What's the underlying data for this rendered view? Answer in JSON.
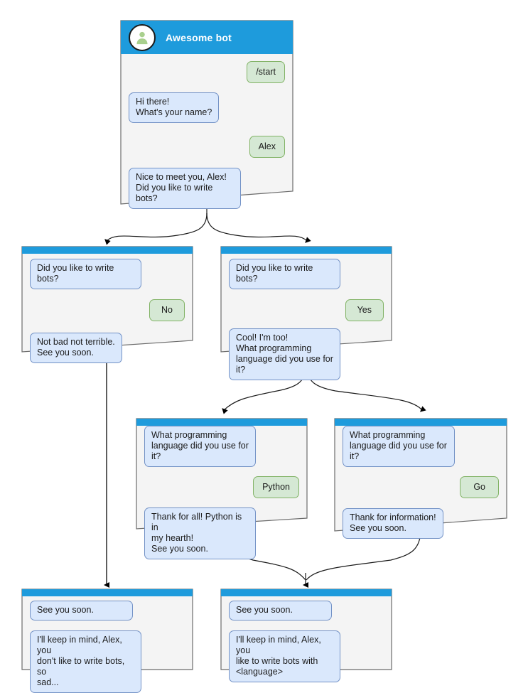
{
  "diagram": {
    "title": "Awesome bot conversation flow",
    "colors": {
      "header_blue": "#1e9bdc",
      "node_fill": "#f4f4f4",
      "node_border": "#666666",
      "bot_bubble_fill": "#dae8fc",
      "bot_bubble_border": "#7392c6",
      "user_bubble_fill": "#d5e8d4",
      "user_bubble_border": "#82b366",
      "edge_color": "#000000",
      "avatar_fill": "#a9d08e"
    }
  },
  "nodes": {
    "root": {
      "id": "root",
      "kind": "phone-window",
      "title": "Awesome bot",
      "avatar_icon": "person-avatar-icon",
      "messages": [
        {
          "from": "user",
          "text": "/start"
        },
        {
          "from": "bot",
          "text": "Hi there!\nWhat's your name?"
        },
        {
          "from": "user",
          "text": "Alex"
        },
        {
          "from": "bot",
          "text": "Nice to meet you, Alex!\nDid you like to write bots?"
        }
      ]
    },
    "no_branch": {
      "id": "no_branch",
      "kind": "step",
      "messages": [
        {
          "from": "bot",
          "text": "Did you like to write bots?"
        },
        {
          "from": "user",
          "text": "No"
        },
        {
          "from": "bot",
          "text": "Not bad not terrible.\nSee you soon."
        }
      ]
    },
    "yes_branch": {
      "id": "yes_branch",
      "kind": "step",
      "messages": [
        {
          "from": "bot",
          "text": "Did you like to write bots?"
        },
        {
          "from": "user",
          "text": "Yes"
        },
        {
          "from": "bot",
          "text": "Cool! I'm too!\nWhat programming\nlanguage did you use for it?"
        }
      ]
    },
    "python_branch": {
      "id": "python_branch",
      "kind": "step",
      "messages": [
        {
          "from": "bot",
          "text": "What programming\nlanguage did you use for it?"
        },
        {
          "from": "user",
          "text": "Python"
        },
        {
          "from": "bot",
          "text": "Thank for all! Python is in\nmy hearth!\nSee you soon."
        }
      ]
    },
    "go_branch": {
      "id": "go_branch",
      "kind": "step",
      "messages": [
        {
          "from": "bot",
          "text": "What programming\nlanguage did you use for it?"
        },
        {
          "from": "user",
          "text": "Go"
        },
        {
          "from": "bot",
          "text": "Thank for information!\nSee you soon."
        }
      ]
    },
    "end_sad": {
      "id": "end_sad",
      "kind": "step",
      "messages": [
        {
          "from": "bot",
          "text": "See you soon."
        },
        {
          "from": "bot",
          "text": "I'll keep in mind, Alex, you\ndon't like to write bots, so\nsad..."
        }
      ]
    },
    "end_happy": {
      "id": "end_happy",
      "kind": "step",
      "messages": [
        {
          "from": "bot",
          "text": "See you soon."
        },
        {
          "from": "bot",
          "text": "I'll keep in mind, Alex, you\nlike to write bots with\n<language>"
        }
      ]
    }
  },
  "edges": [
    {
      "from": "root",
      "to": "no_branch",
      "style": "curved-split"
    },
    {
      "from": "root",
      "to": "yes_branch",
      "style": "curved-split"
    },
    {
      "from": "yes_branch",
      "to": "python_branch",
      "style": "curved-split"
    },
    {
      "from": "yes_branch",
      "to": "go_branch",
      "style": "curved-split"
    },
    {
      "from": "no_branch",
      "to": "end_sad",
      "style": "straight"
    },
    {
      "from": "python_branch",
      "to": "end_happy",
      "style": "curved-merge"
    },
    {
      "from": "go_branch",
      "to": "end_happy",
      "style": "curved-merge"
    }
  ]
}
